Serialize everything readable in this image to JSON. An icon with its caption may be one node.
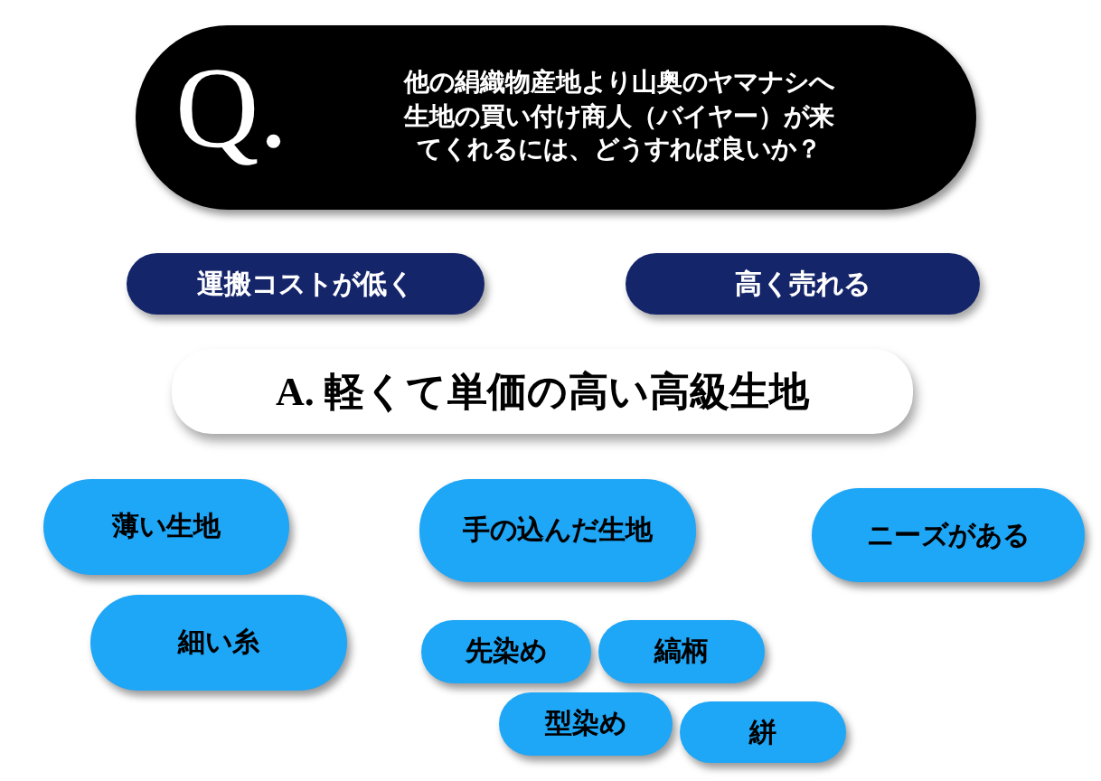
{
  "diagram": {
    "nodes": [
      {
        "text": [
          "Q.",
          "他の絹織物産地より山奥のヤマナシへ生地の買い付け商人（バイヤー）が来てくれるには、どうすれば良いか？"
        ]
      },
      {
        "text": [
          "運搬コストが低く"
        ]
      },
      {
        "text": [
          "高く売れる"
        ]
      },
      {
        "text": [
          "A. 軽くて単価の高い高級生地"
        ]
      },
      {
        "text": [
          "薄い生地"
        ]
      },
      {
        "text": [
          "手の込んだ生地"
        ]
      },
      {
        "text": [
          "ニーズがある"
        ]
      },
      {
        "text": [
          "細い糸"
        ]
      },
      {
        "text": [
          "先染め"
        ]
      },
      {
        "text": [
          "縞柄"
        ]
      },
      {
        "text": [
          "型染め"
        ]
      },
      {
        "text": [
          "絣"
        ]
      }
    ]
  }
}
